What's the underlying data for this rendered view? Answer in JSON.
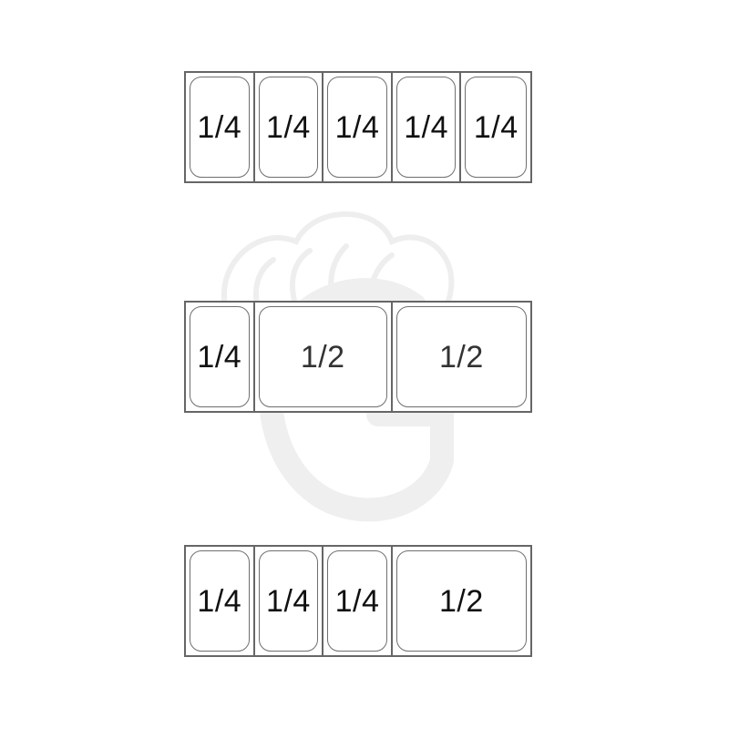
{
  "colors": {
    "frame": "#666666",
    "pan_outline": "#6f6f6f",
    "watermark": "#eeeeee",
    "background": "#ffffff",
    "label": "#111111"
  },
  "watermark": {
    "icon": "chef-hat-g-logo-icon"
  },
  "rows": [
    {
      "pans": [
        {
          "size": "quarter",
          "label": "1/4"
        },
        {
          "size": "quarter",
          "label": "1/4"
        },
        {
          "size": "quarter",
          "label": "1/4"
        },
        {
          "size": "quarter",
          "label": "1/4"
        },
        {
          "size": "quarter",
          "label": "1/4"
        }
      ]
    },
    {
      "pans": [
        {
          "size": "quarter",
          "label": "1/4"
        },
        {
          "size": "half",
          "label": "1/2"
        },
        {
          "size": "half",
          "label": "1/2"
        }
      ]
    },
    {
      "pans": [
        {
          "size": "quarter",
          "label": "1/4"
        },
        {
          "size": "quarter",
          "label": "1/4"
        },
        {
          "size": "quarter",
          "label": "1/4"
        },
        {
          "size": "half",
          "label": "1/2"
        }
      ]
    }
  ]
}
